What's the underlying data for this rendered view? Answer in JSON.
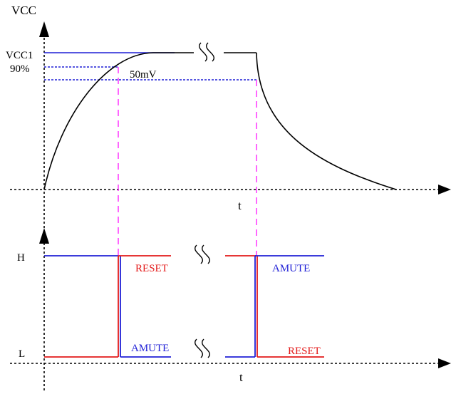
{
  "top_plot": {
    "y_axis_label": "VCC",
    "x_axis_label": "t",
    "vcc1_label": "VCC1",
    "percent_label": "90%",
    "delta_label": "50mV"
  },
  "bottom_plot": {
    "high_label": "H",
    "low_label": "L",
    "x_axis_label": "t",
    "reset_high_label": "RESET",
    "amute_high_label": "AMUTE",
    "amute_low_label": "AMUTE",
    "reset_low_label": "RESET"
  },
  "colors": {
    "axis": "#000000",
    "curve": "#000000",
    "blue": "#1f1fd6",
    "red": "#e31a1a",
    "magenta": "#ff33ff"
  }
}
